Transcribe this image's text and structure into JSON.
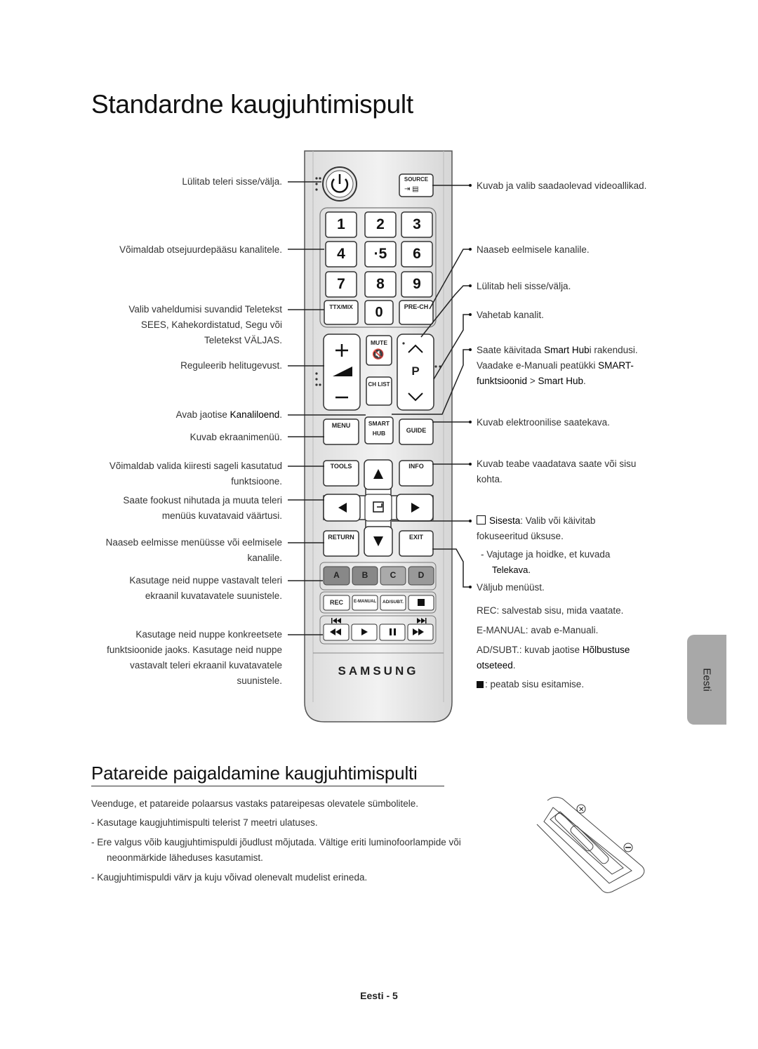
{
  "page": {
    "title": "Standardne kaugjuhtimispult",
    "section2_title": "Patareide paigaldamine kaugjuhtimispulti",
    "footer": "Eesti - 5",
    "side_tab": "Eesti"
  },
  "remote": {
    "source": "SOURCE",
    "digits": [
      "1",
      "2",
      "3",
      "4",
      "·5",
      "6",
      "7",
      "8",
      "9",
      "0"
    ],
    "ttx": "TTX/MIX",
    "prech": "PRE-CH",
    "mute": "MUTE",
    "chlist": "CH LIST",
    "p": "P",
    "menu": "MENU",
    "smart1": "SMART",
    "smart2": "HUB",
    "guide": "GUIDE",
    "tools": "TOOLS",
    "info": "INFO",
    "return": "RETURN",
    "exit": "EXIT",
    "a": "A",
    "b": "B",
    "c": "C",
    "d": "D",
    "rec": "REC",
    "emanual": "E-MANUAL",
    "adsubt": "AD/SUBT.",
    "brand": "SAMSUNG"
  },
  "labels_left": {
    "power": "Lülitab teleri sisse/välja.",
    "numbers": "Võimaldab otsejuurdepääsu kanalitele.",
    "ttx1": "Valib vaheldumisi suvandid Teletekst",
    "ttx2": "SEES, Kahekordistatud, Segu või",
    "ttx3": "Teletekst VÄLJAS.",
    "volume": "Reguleerib helitugevust.",
    "chlist_a": "Avab jaotise ",
    "chlist_b": "Kanaliloend",
    "chlist_c": ".",
    "menu": "Kuvab ekraanimenüü.",
    "tools1": "Võimaldab valida kiiresti sageli kasutatud",
    "tools2": "funktsioone.",
    "nav1": "Saate fookust nihutada ja muuta teleri",
    "nav2": "menüüs kuvatavaid väärtusi.",
    "return1": "Naaseb eelmisse menüüsse või eelmisele",
    "return2": "kanalile.",
    "color1": "Kasutage neid nuppe vastavalt teleri",
    "color2": "ekraanil kuvatavatele suunistele.",
    "media1": "Kasutage neid nuppe konkreetsete",
    "media2": "funktsioonide jaoks. Kasutage neid nuppe",
    "media3": "vastavalt teleri ekraanil kuvatavatele",
    "media4": "suunistele."
  },
  "labels_right": {
    "source": "Kuvab ja valib saadaolevad videoallikad.",
    "prech": "Naaseb eelmisele kanalile.",
    "mute": "Lülitab heli sisse/välja.",
    "channel": "Vahetab kanalit.",
    "smart1a": "Saate käivitada ",
    "smart1b": "Smart Hub",
    "smart1c": "i rakendusi.",
    "smart2a": "Vaadake e-Manuali peatükki ",
    "smart2b": "SMART-",
    "smart3a": "funktsioonid",
    "smart3b": " > ",
    "smart3c": "Smart Hub",
    "smart3d": ".",
    "guide": "Kuvab elektroonilise saatekava.",
    "info1": "Kuvab teabe vaadatava saate või sisu",
    "info2": "kohta.",
    "enter1a": "Sisesta",
    "enter1b": ": Valib või käivitab",
    "enter2": "fokuseeritud üksuse.",
    "enter3": "-   Vajutage ja hoidke, et kuvada",
    "enter4": "Telekava",
    "enter4b": ".",
    "exit": "Väljub menüüst.",
    "rec_a": "REC",
    "rec_b": ": salvestab sisu, mida vaatate.",
    "em_a": "E-MANUAL",
    "em_b": ": avab e-Manuali.",
    "ad_a": "AD/SUBT.",
    "ad_b": ": kuvab jaotise ",
    "ad_c": "Hõlbustuse",
    "ad_d": "otseteed",
    "ad_e": ".",
    "stop": ": peatab sisu esitamise."
  },
  "battery": {
    "intro": "Veenduge, et patareide polaarsus vastaks patareipesas olevatele sümbolitele.",
    "items": [
      "-   Kasutage kaugjuhtimispulti telerist 7 meetri ulatuses.",
      "-   Ere valgus võib kaugjuhtimispuldi jõudlust mõjutada. Vältige eriti luminofoorlampide või neoonmärkide läheduses kasutamist.",
      "-   Kaugjuhtimispuldi värv ja kuju võivad olenevalt mudelist erineda."
    ]
  }
}
